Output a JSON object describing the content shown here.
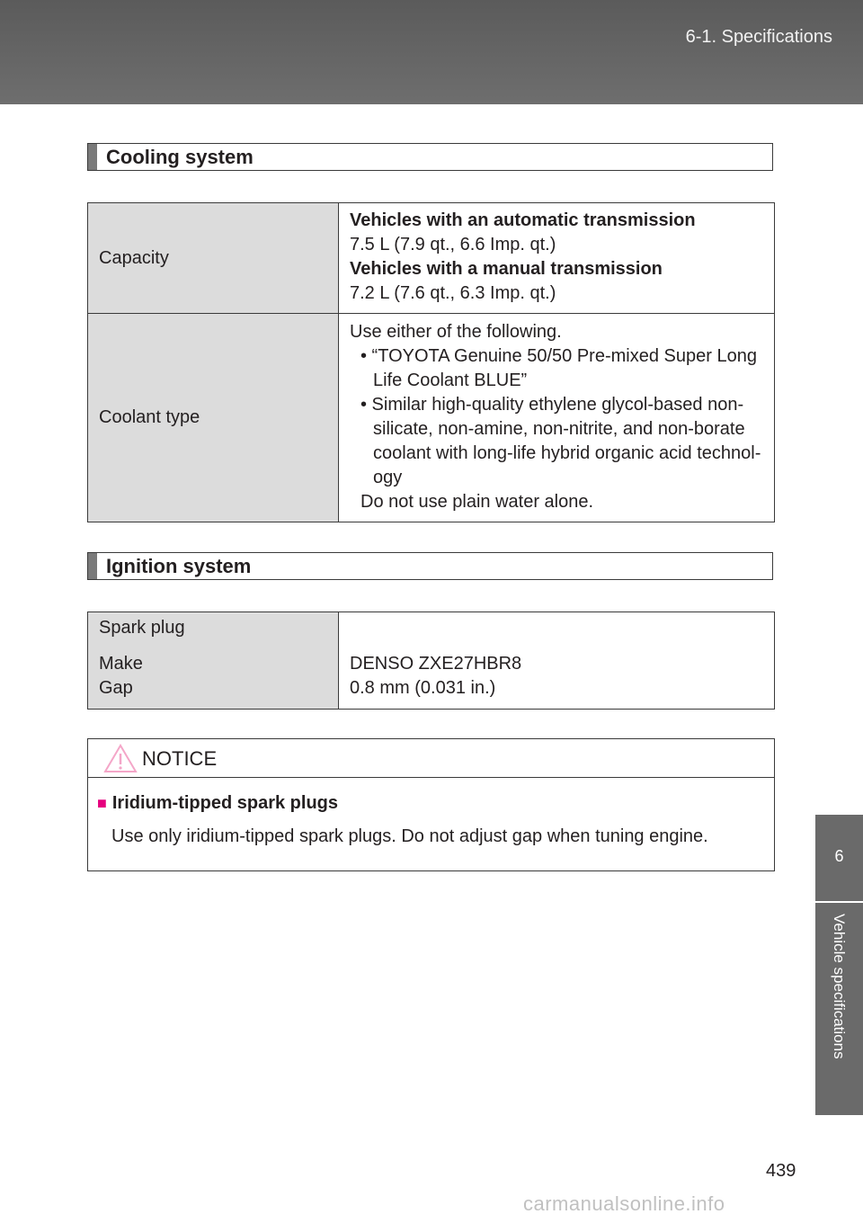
{
  "header": {
    "section": "6-1. Specifications"
  },
  "side_tab": {
    "number": "6",
    "label": "Vehicle specifications"
  },
  "cooling": {
    "title": "Cooling system",
    "capacity_label": "Capacity",
    "auto_heading": "Vehicles with an automatic transmission",
    "auto_value": "7.5 L (7.9 qt., 6.6 Imp. qt.)",
    "manual_heading": "Vehicles with a manual transmission",
    "manual_value": "7.2 L (7.6 qt., 6.3 Imp. qt.)",
    "coolant_label": "Coolant type",
    "coolant_intro": "Use either of the following.",
    "bullet1_line1": "• “TOYOTA Genuine 50/50 Pre-mixed Super Long",
    "bullet1_line2": "Life Coolant BLUE”",
    "bullet2_line1": "• Similar high-quality ethylene glycol-based non-",
    "bullet2_line2": "silicate, non-amine, non-nitrite, and non-borate",
    "bullet2_line3": "coolant with long-life hybrid organic acid technol-",
    "bullet2_line4": "ogy",
    "coolant_note": "Do not use plain water alone."
  },
  "ignition": {
    "title": "Ignition system",
    "spark_plug_label": "Spark plug",
    "make_label": "Make",
    "gap_label": "Gap",
    "make_value": "DENSO ZXE27HBR8",
    "gap_value": "0.8 mm (0.031 in.)"
  },
  "notice": {
    "title": "NOTICE",
    "subtitle": "Iridium-tipped spark plugs",
    "body": "Use only iridium-tipped spark plugs. Do not adjust gap when tuning engine."
  },
  "page_number": "439",
  "watermark": "carmanualsonline.info"
}
